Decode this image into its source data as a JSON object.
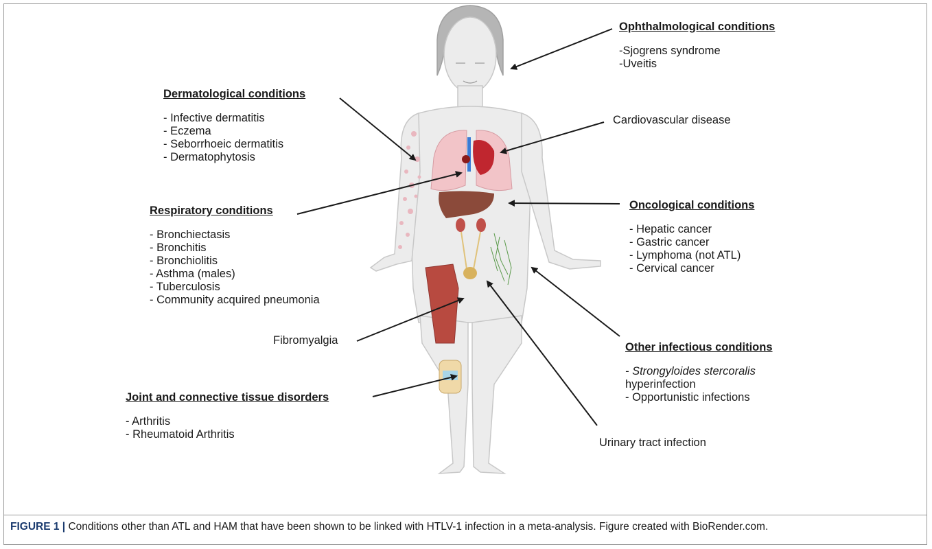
{
  "groups": {
    "ophthalmological": {
      "heading": "Ophthalmological conditions",
      "items": [
        "-Sjogrens syndrome",
        "-Uveitis"
      ]
    },
    "dermatological": {
      "heading": "Dermatological conditions",
      "items": [
        "- Infective dermatitis",
        "- Eczema",
        "- Seborrhoeic dermatitis",
        "- Dermatophytosis"
      ]
    },
    "respiratory": {
      "heading": "Respiratory conditions",
      "items": [
        "- Bronchiectasis",
        "- Bronchitis",
        "- Bronchiolitis",
        "- Asthma (males)",
        "- Tuberculosis",
        "- Community acquired pneumonia"
      ]
    },
    "oncological": {
      "heading": "Oncological conditions",
      "items": [
        "- Hepatic cancer",
        "- Gastric cancer",
        "- Lymphoma (not ATL)",
        "- Cervical cancer"
      ]
    },
    "other_infectious": {
      "heading": "Other infectious conditions",
      "items": [
        "- Strongyloides stercoralis",
        "hyperinfection",
        "- Opportunistic infections"
      ]
    },
    "joint": {
      "heading": "Joint and connective tissue disorders",
      "items": [
        "- Arthritis",
        "- Rheumatoid Arthritis"
      ]
    }
  },
  "labels": {
    "cardiovascular": "Cardiovascular disease",
    "fibromyalgia": "Fibromyalgia",
    "urinary": "Urinary tract infection"
  },
  "caption": {
    "label": "FIGURE 1 |",
    "text": " Conditions other than ATL and HAM that have been shown to be linked with HTLV-1 infection in a meta-analysis. Figure created with BioRender.com."
  },
  "colors": {
    "skin": "#ececec",
    "lungs": "#f2c4c8",
    "liver": "#8b4a3a",
    "muscle": "#b84a40",
    "rash": "#e9b7bf",
    "arrow": "#1a1a1a"
  }
}
